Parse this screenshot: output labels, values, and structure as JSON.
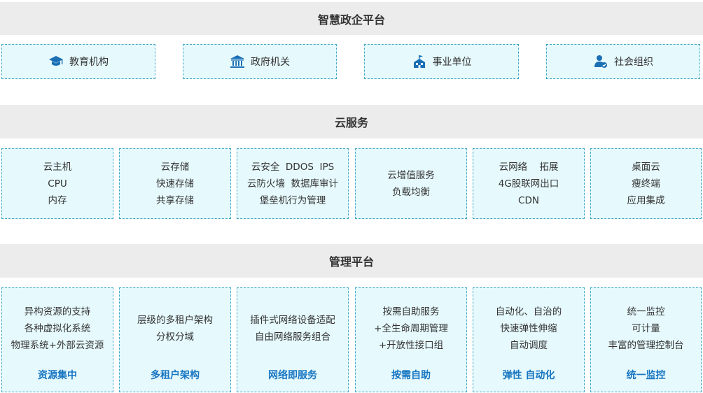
{
  "sections": {
    "platform_title": "智慧政企平台",
    "cloud_title": "云服务",
    "mgmt_title": "管理平台"
  },
  "categories": [
    {
      "label": "教育机构",
      "icon": "graduation-cap-icon"
    },
    {
      "label": "政府机关",
      "icon": "government-building-icon"
    },
    {
      "label": "事业单位",
      "icon": "institution-building-icon"
    },
    {
      "label": "社会组织",
      "icon": "user-group-icon"
    }
  ],
  "cloud_services": [
    {
      "lines": [
        "云主机",
        "CPU",
        "内存"
      ]
    },
    {
      "lines": [
        "云存储",
        "快速存储",
        "共享存储"
      ]
    },
    {
      "lines": [
        "云安全  DDOS  IPS",
        "云防火墙  数据库审计",
        "堡垒机行为管理"
      ]
    },
    {
      "lines": [
        "云增值服务",
        "负载均衡"
      ]
    },
    {
      "lines": [
        "云网络    拓展",
        "4G股联网出口",
        "CDN"
      ]
    },
    {
      "lines": [
        "桌面云",
        "瘦终端",
        "应用集成"
      ]
    }
  ],
  "management": [
    {
      "lines": [
        "异构资源的支持",
        "各种虚拟化系统",
        "物理系统+外部云资源"
      ],
      "footer": "资源集中"
    },
    {
      "lines": [
        "层级的多租户架构",
        "分权分域"
      ],
      "footer": "多租户架构"
    },
    {
      "lines": [
        "插件式网络设备适配",
        "自由网络服务组合"
      ],
      "footer": "网络即服务"
    },
    {
      "lines": [
        "按需自助服务",
        "+全生命周期管理",
        "+开放性接口组"
      ],
      "footer": "按需自助"
    },
    {
      "lines": [
        "自动化、自治的",
        "快速弹性伸缩",
        "自动调度"
      ],
      "footer": "弹性 自动化"
    },
    {
      "lines": [
        "统一监控",
        "可计量",
        "丰富的管理控制台"
      ],
      "footer": "统一监控"
    }
  ],
  "colors": {
    "box_fill": "#e6f9fd",
    "box_border": "#3fa9c6",
    "accent": "#1876c2",
    "icon": "#1a6fb5",
    "band": "#ececec"
  }
}
